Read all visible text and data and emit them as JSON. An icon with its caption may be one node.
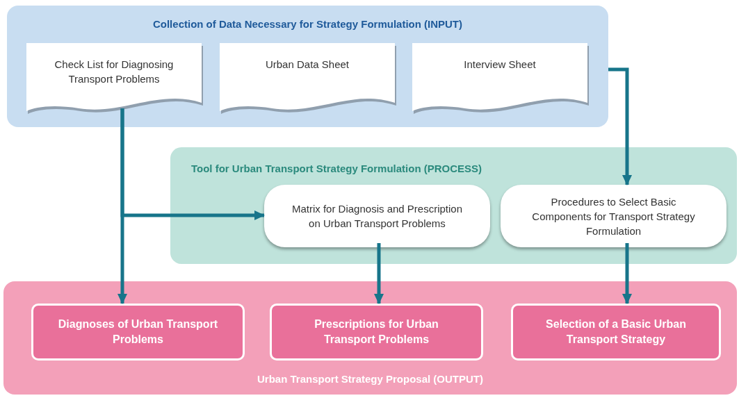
{
  "diagram": {
    "nodes": [
      {
        "text": [
          "Collection of Data Necessary for Strategy Formulation (INPUT)"
        ]
      },
      {
        "text": [
          "Check List for Diagnosing Transport Problems"
        ],
        "in": 0
      },
      {
        "text": [
          "Urban Data Sheet"
        ],
        "in": 0
      },
      {
        "text": [
          "Interview Sheet"
        ],
        "in": 0
      },
      {
        "text": [
          "Tool for Urban Transport Strategy Formulation (PROCESS)"
        ]
      },
      {
        "text": [
          "Matrix for Diagnosis and Prescription on Urban Transport Problems"
        ],
        "in": 4
      },
      {
        "text": [
          "Procedures to Select Basic Components for Transport Strategy Formulation"
        ],
        "in": 4
      },
      {
        "text": [
          "Urban Transport Strategy Proposal (OUTPUT)"
        ]
      },
      {
        "text": [
          "Diagnoses of Urban Transport Problems"
        ],
        "in": 7
      },
      {
        "text": [
          "Prescriptions for Urban Transport Problems"
        ],
        "in": 7
      },
      {
        "text": [
          "Selection of a Basic Urban Transport Strategy"
        ],
        "in": 7
      }
    ],
    "edges": [
      {
        "from": 1,
        "to": 8,
        "arrow": "to"
      },
      {
        "from": 1,
        "to": 5,
        "arrow": "to"
      },
      {
        "from": 3,
        "to": 6,
        "arrow": "to"
      },
      {
        "from": 5,
        "to": 9,
        "arrow": "to"
      },
      {
        "from": 6,
        "to": 10,
        "arrow": "to"
      }
    ]
  }
}
